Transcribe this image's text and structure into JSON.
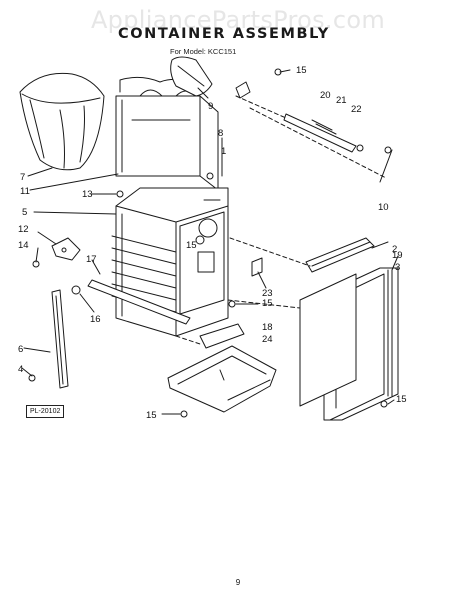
{
  "watermark": "AppliancePartsPros.com",
  "title": "CONTAINER ASSEMBLY",
  "subtitle": "For Model: KCC151",
  "plate_ref": "PL-20102",
  "page_number": "9",
  "callouts": [
    "15",
    "9",
    "8",
    "1",
    "20",
    "21",
    "22",
    "7",
    "11",
    "13",
    "5",
    "15",
    "10",
    "2",
    "3",
    "12",
    "14",
    "17",
    "19",
    "16",
    "23",
    "15",
    "6",
    "18",
    "24",
    "4",
    "15",
    "15"
  ]
}
